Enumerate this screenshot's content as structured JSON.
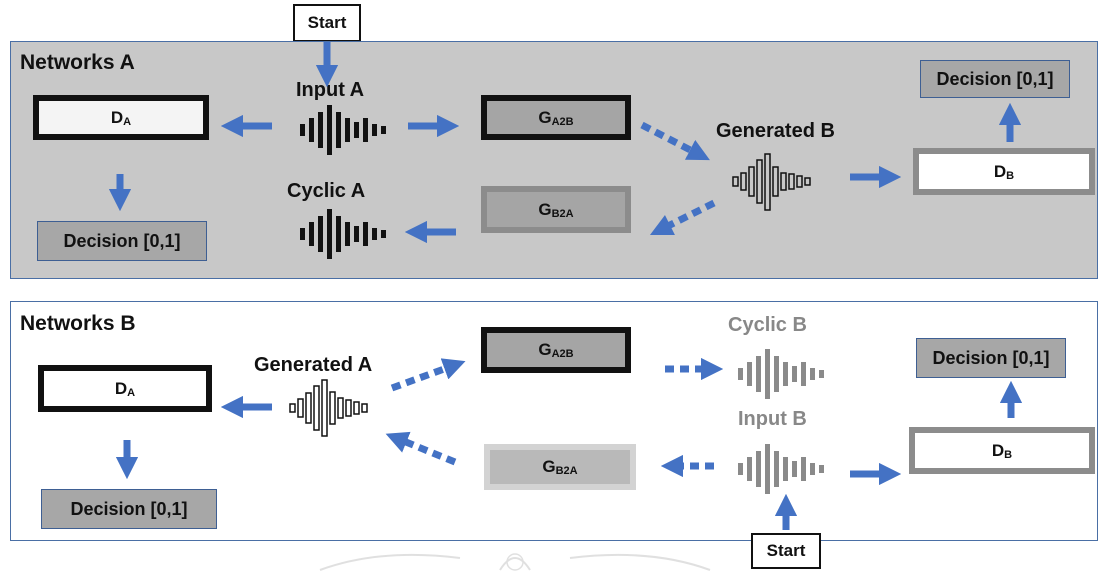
{
  "start_label": "Start",
  "networks_a": {
    "title": "Networks A",
    "input_label": "Input A",
    "cyclic_label": "Cyclic A",
    "generated_label": "Generated B",
    "d_a": {
      "main": "D",
      "sub": "A"
    },
    "g_a2b": {
      "main": "G",
      "sub": "A2B"
    },
    "g_b2a": {
      "main": "G",
      "sub": "B2A"
    },
    "d_b": {
      "main": "D",
      "sub": "B"
    },
    "decision_left": "Decision [0,1]",
    "decision_right": "Decision [0,1]"
  },
  "networks_b": {
    "title": "Networks B",
    "generated_label": "Generated A",
    "cyclic_label": "Cyclic B",
    "input_label": "Input B",
    "d_a": {
      "main": "D",
      "sub": "A"
    },
    "g_a2b": {
      "main": "G",
      "sub": "A2B"
    },
    "g_b2a": {
      "main": "G",
      "sub": "B2A"
    },
    "d_b": {
      "main": "D",
      "sub": "B"
    },
    "decision_left": "Decision [0,1]",
    "decision_right": "Decision [0,1]"
  },
  "colors": {
    "arrow": "#4472c4",
    "panel_a_bg": "#c8c8c8",
    "panel_border": "#4a6fa5",
    "decision_bg": "#a7a7a7",
    "waveform_dark": "#111111",
    "waveform_gray": "#888888"
  }
}
